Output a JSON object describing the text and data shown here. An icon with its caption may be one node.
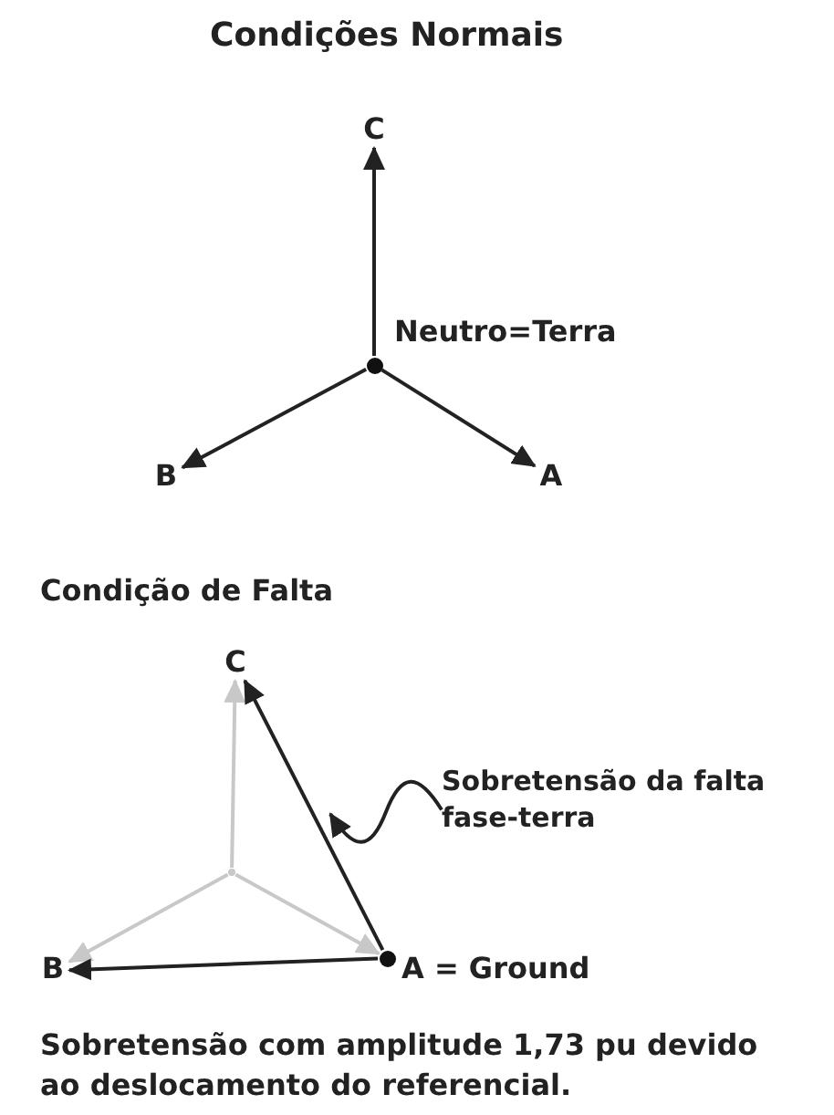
{
  "diagram": {
    "caption": "Sobretensão com amplitude 1,73 pu devido ao deslocamento do referencial.",
    "nodes": [
      {
        "text": [],
        "shape": "circle",
        "beside": [
          "Neutro=Terra"
        ]
      },
      {
        "text": [
          "C"
        ]
      },
      {
        "text": [
          "B"
        ]
      },
      {
        "text": [
          "A"
        ]
      },
      {
        "text": [
          "C"
        ]
      },
      {
        "text": [],
        "shape": "point"
      },
      {
        "text": [
          "Sobretensão da falta fase-terra"
        ]
      },
      {
        "text": [
          "B"
        ]
      },
      {
        "text": [],
        "shape": "circle",
        "beside": [
          "A = Ground"
        ]
      }
    ],
    "edges": [
      {
        "from": 0,
        "to": 1,
        "arrow": "to"
      },
      {
        "from": 0,
        "to": 2,
        "arrow": "to"
      },
      {
        "from": 0,
        "to": 3,
        "arrow": "to"
      },
      {
        "from": 5,
        "to": 4,
        "arrow": "to",
        "color": "#c8c8c8"
      },
      {
        "from": 5,
        "to": 7,
        "arrow": "to",
        "color": "#c8c8c8"
      },
      {
        "from": 5,
        "to": 8,
        "arrow": "to",
        "color": "#c8c8c8"
      },
      {
        "from": 8,
        "to": 4,
        "arrow": "to"
      },
      {
        "from": 8,
        "to": 7,
        "arrow": "to"
      },
      {
        "from": 6,
        "to": null,
        "arrow": "to"
      }
    ],
    "labels": [
      "Condições Normais",
      "Condição de Falta"
    ]
  }
}
